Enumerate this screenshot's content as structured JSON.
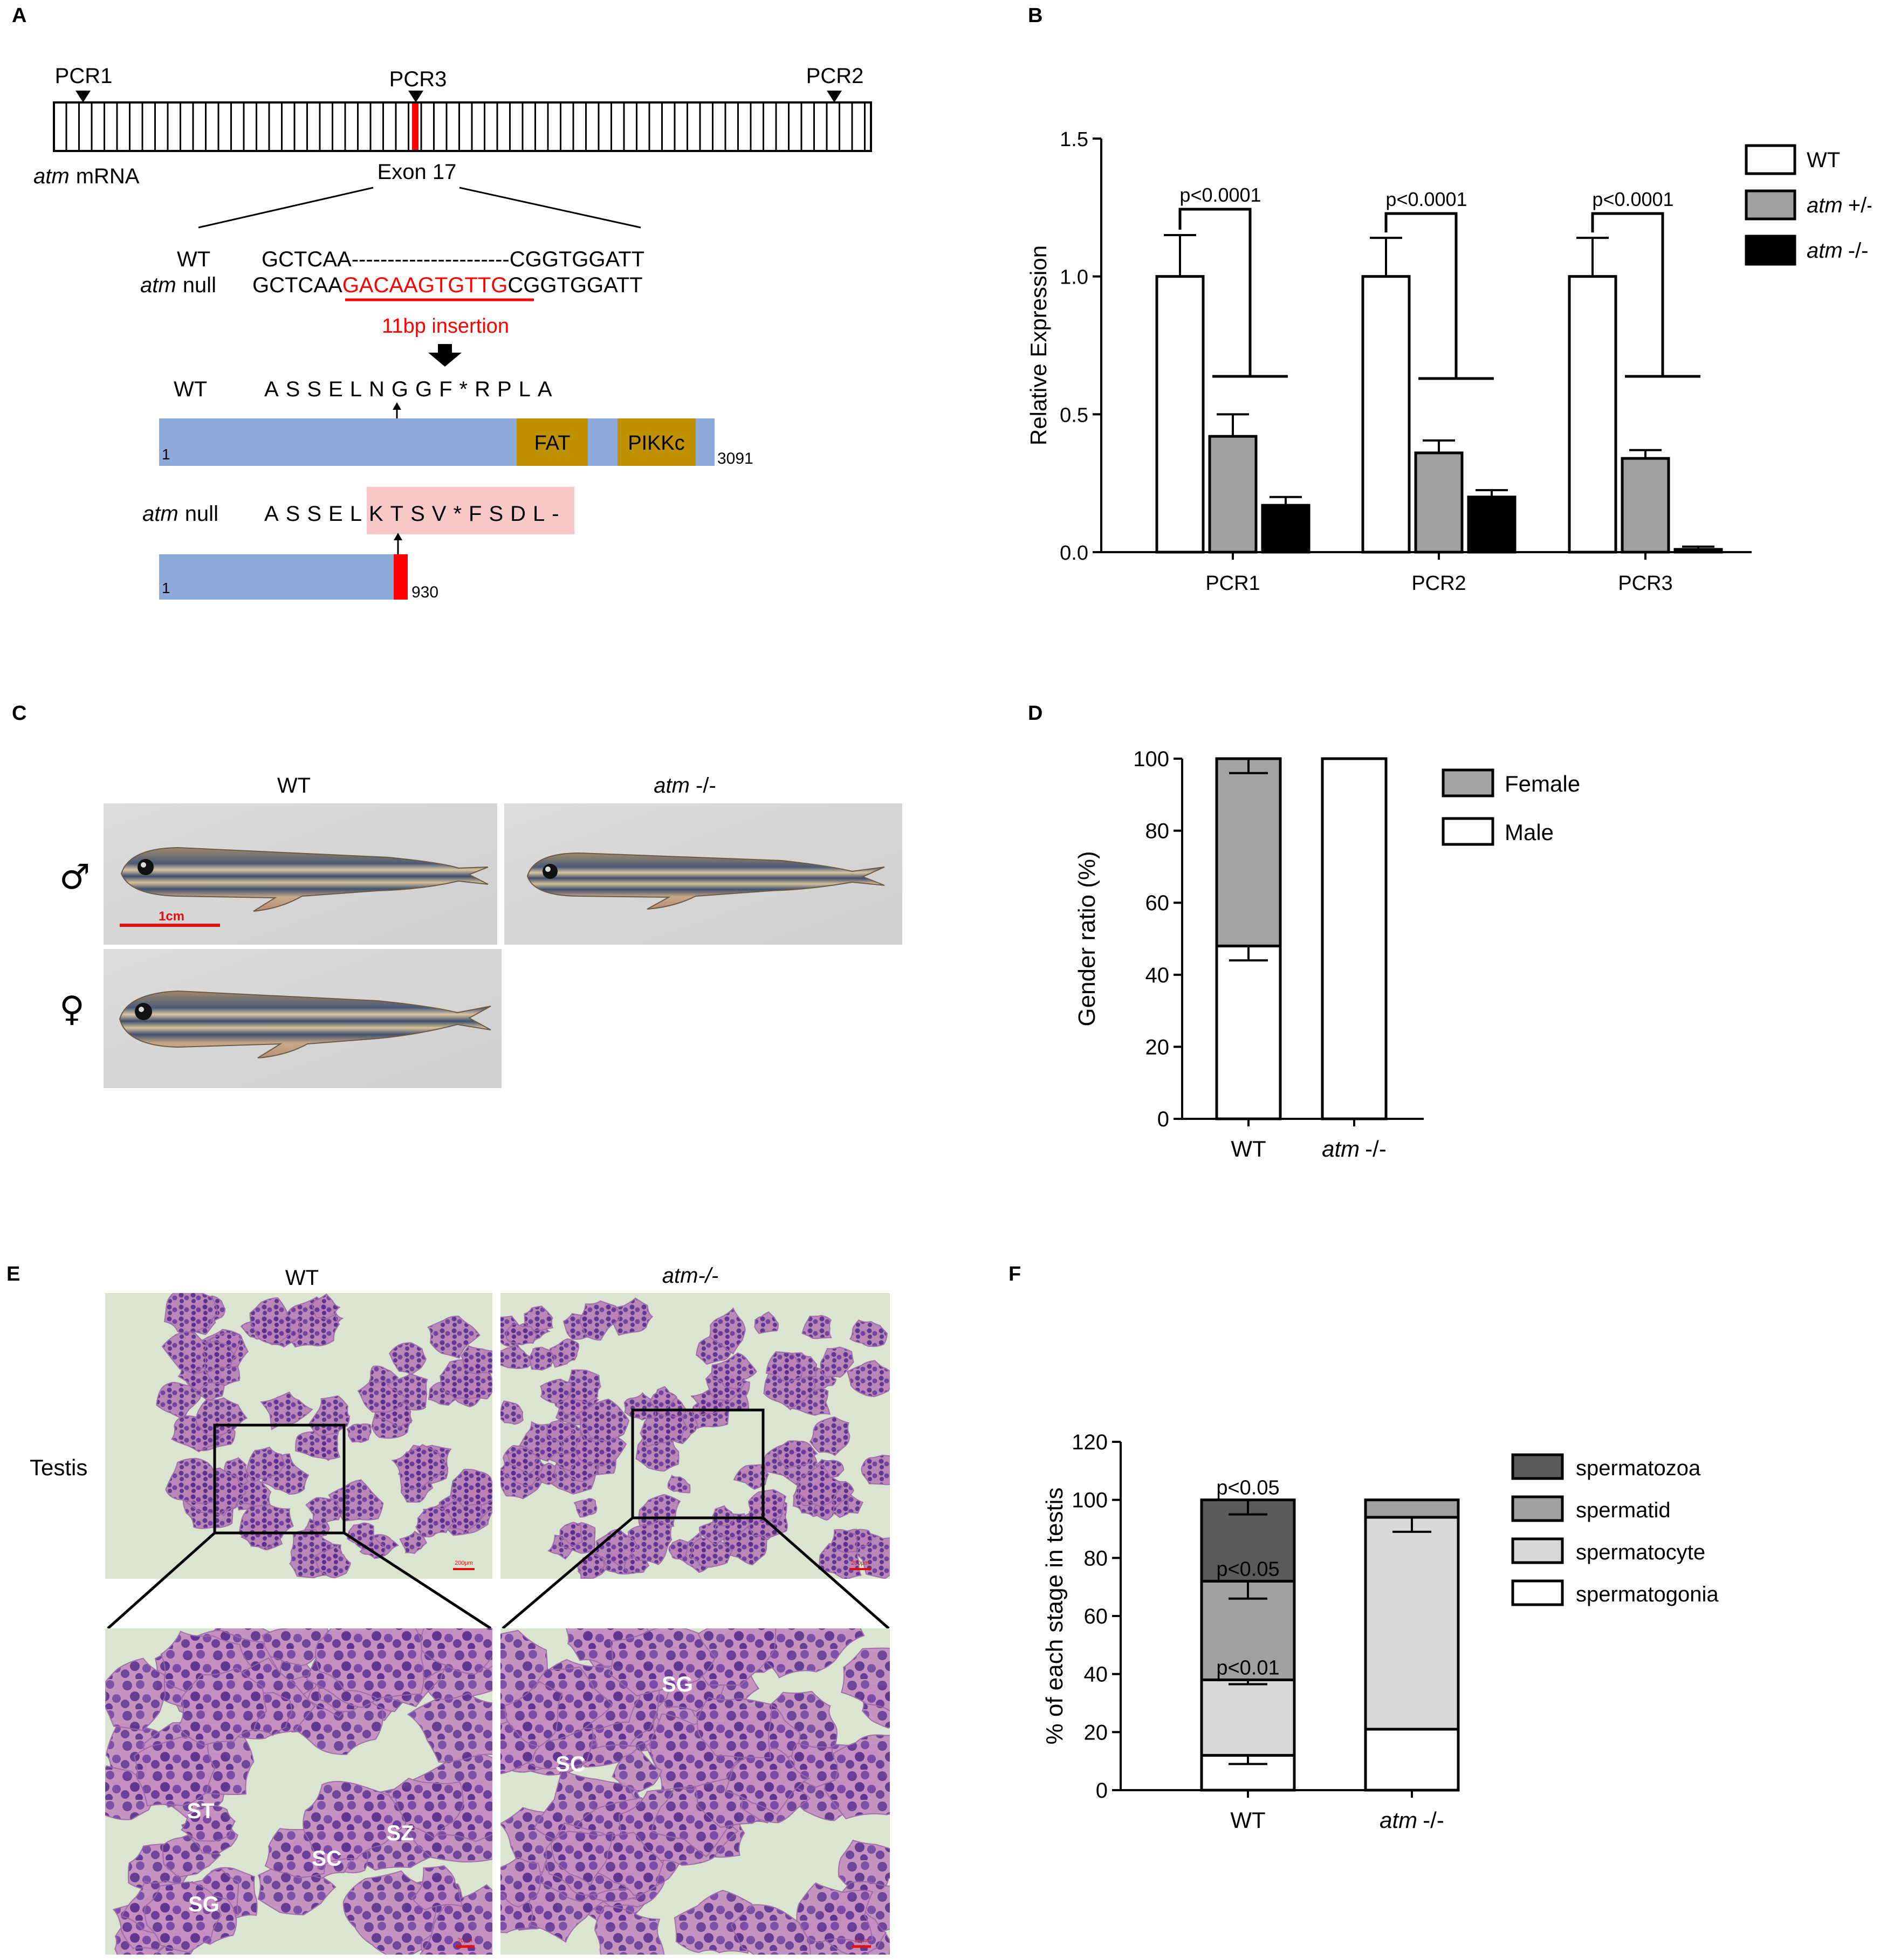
{
  "panels": {
    "a": {
      "label": "A",
      "mrna": {
        "pcr1": "PCR1",
        "pcr2": "PCR2",
        "pcr3": "PCR3",
        "gene": "atm",
        "suffix": "mRNA",
        "exon": "Exon 17"
      },
      "seq": {
        "wt_label": "WT",
        "null_gene": "atm",
        "null_suffix": "null",
        "wt_left": "GCTCAA",
        "wt_gap": "----------------------",
        "wt_right": "CGGTGGATT",
        "null_left": "GCTCAA",
        "null_ins": "GACAAGTGTTG",
        "null_right": "CGGTGGATT",
        "insertion": "11bp insertion"
      },
      "protein": {
        "wt_label": "WT",
        "wt_seq": "ASSELNGGF*RPLA",
        "wt_start": "1",
        "wt_end": "3091",
        "domain1": "FAT",
        "domain2": "PIKKc",
        "null_gene": "atm",
        "null_suffix": "null",
        "null_seq_left": "ASSEL",
        "null_seq_right": "KTSV*FSDL-",
        "null_start": "1",
        "null_end": "930"
      }
    },
    "b": {
      "label": "B"
    },
    "c": {
      "label": "C",
      "wt": "WT",
      "mut_gene": "atm",
      "mut_suffix": "-/-",
      "male_symbol": "♂",
      "female_symbol": "♀",
      "scale": "1cm"
    },
    "d": {
      "label": "D"
    },
    "e": {
      "label": "E",
      "wt": "WT",
      "mut": "atm-/-",
      "tissue": "Testis",
      "scale_top": "200μm",
      "scale_bottom": "20μm",
      "wt_cells": [
        "ST",
        "SC",
        "SZ",
        "SG"
      ],
      "mut_cells": [
        "SG",
        "SC"
      ]
    },
    "f": {
      "label": "F"
    }
  },
  "colors": {
    "wt_fill": "#ffffff",
    "het_fill": "#a0a0a0",
    "null_fill": "#000000",
    "female_fill": "#a3a3a3",
    "spermatozoa": "#5a5a5a",
    "spermatid": "#a0a0a0",
    "spermatocyte": "#d8d8d8",
    "spermatogonia": "#ffffff",
    "protein_bar": "#8eaadb",
    "domain": "#bf9000",
    "insertion": "#ff0000",
    "mutant_highlight": "#f8c8c8",
    "histo_bg": "#d9e2cf",
    "histo_cell": "#7a4aa0",
    "histo_pink": "#c98fb8"
  },
  "chart_data": [
    {
      "type": "bar",
      "panel": "B",
      "ylabel": "Relative Expression",
      "ylim": [
        0,
        1.5
      ],
      "yticks": [
        "0.0",
        "0.5",
        "1.0",
        "1.5"
      ],
      "categories": [
        "PCR1",
        "PCR2",
        "PCR3"
      ],
      "series": [
        {
          "name": "WT",
          "values": [
            1.0,
            1.0,
            1.0
          ],
          "errors": [
            0.15,
            0.14,
            0.14
          ]
        },
        {
          "name": "atm +/-",
          "values": [
            0.42,
            0.36,
            0.34
          ],
          "errors": [
            0.08,
            0.045,
            0.03
          ]
        },
        {
          "name": "atm -/-",
          "values": [
            0.17,
            0.2,
            0.01
          ],
          "errors": [
            0.03,
            0.025,
            0.01
          ]
        }
      ],
      "annotations": [
        "p<0.0001",
        "p<0.0001",
        "p<0.0001"
      ]
    },
    {
      "type": "bar",
      "stacked": true,
      "panel": "D",
      "ylabel": "Gender ratio (%)",
      "ylim": [
        0,
        100
      ],
      "yticks": [
        "0",
        "20",
        "40",
        "60",
        "80",
        "100"
      ],
      "categories": [
        "WT",
        "atm -/-"
      ],
      "series": [
        {
          "name": "Male",
          "values": [
            48,
            100
          ],
          "errors": [
            4,
            0
          ]
        },
        {
          "name": "Female",
          "values": [
            52,
            0
          ],
          "errors": [
            4,
            0
          ]
        }
      ]
    },
    {
      "type": "bar",
      "stacked": true,
      "panel": "F",
      "ylabel": "% of each stage in testis",
      "ylim": [
        0,
        120
      ],
      "yticks": [
        "0",
        "20",
        "40",
        "60",
        "80",
        "100",
        "120"
      ],
      "categories": [
        "WT",
        "atm -/-"
      ],
      "series": [
        {
          "name": "spermatogonia",
          "values": [
            12,
            21
          ],
          "errors": [
            3,
            0.5
          ]
        },
        {
          "name": "spermatocyte",
          "values": [
            26,
            73
          ],
          "errors": [
            1.5,
            5
          ]
        },
        {
          "name": "spermatid",
          "values": [
            34,
            6
          ],
          "errors": [
            6,
            0
          ]
        },
        {
          "name": "spermatozoa",
          "values": [
            28,
            0
          ],
          "errors": [
            5,
            0
          ]
        }
      ],
      "annotations": [
        "p<0.01",
        "p<0.05",
        "p<0.05"
      ]
    }
  ]
}
